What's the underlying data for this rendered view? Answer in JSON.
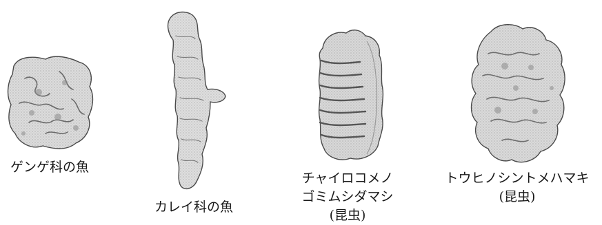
{
  "figure": {
    "panels": [
      {
        "caption_lines": [
          "ゲンゲ科の魚"
        ]
      },
      {
        "caption_lines": [
          "カレイ科の魚"
        ]
      },
      {
        "caption_lines": [
          "チャイロコメノ",
          "ゴミムシダマシ",
          "(昆虫)"
        ]
      },
      {
        "caption_lines": [
          "トウヒノシントメハマキ",
          "(昆虫)"
        ]
      }
    ],
    "colors": {
      "surface_fill": "#d9d9d9",
      "surface_stroke": "#4a4a4a",
      "shadow": "#8c8c8c",
      "text": "#1a1a1a"
    }
  }
}
